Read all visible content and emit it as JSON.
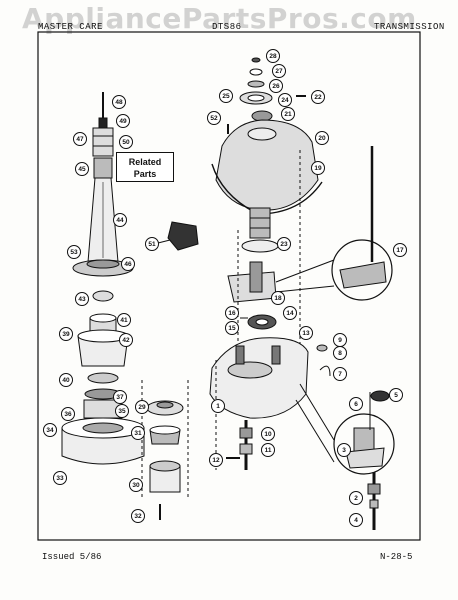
{
  "header": {
    "left": "MASTER CARE",
    "center": "DTS86",
    "right": "TRANSMISSION"
  },
  "watermark": "AppliancePartsPros.com",
  "related_parts": {
    "line1": "Related",
    "line2": "Parts"
  },
  "footer": {
    "issued": "Issued 5/86",
    "page_code": "N-28-5"
  },
  "callouts": [
    "28",
    "27",
    "26",
    "25",
    "24",
    "22",
    "23",
    "21",
    "52",
    "20",
    "19",
    "17",
    "48",
    "49",
    "47",
    "50",
    "45",
    "44",
    "51",
    "53",
    "46",
    "43",
    "41",
    "42",
    "39",
    "40",
    "37",
    "36",
    "35",
    "34",
    "33",
    "29",
    "31",
    "30",
    "32",
    "18",
    "16",
    "15",
    "14",
    "13",
    "9",
    "8",
    "7",
    "1",
    "12",
    "10",
    "11",
    "2",
    "3",
    "4",
    "5",
    "6"
  ]
}
